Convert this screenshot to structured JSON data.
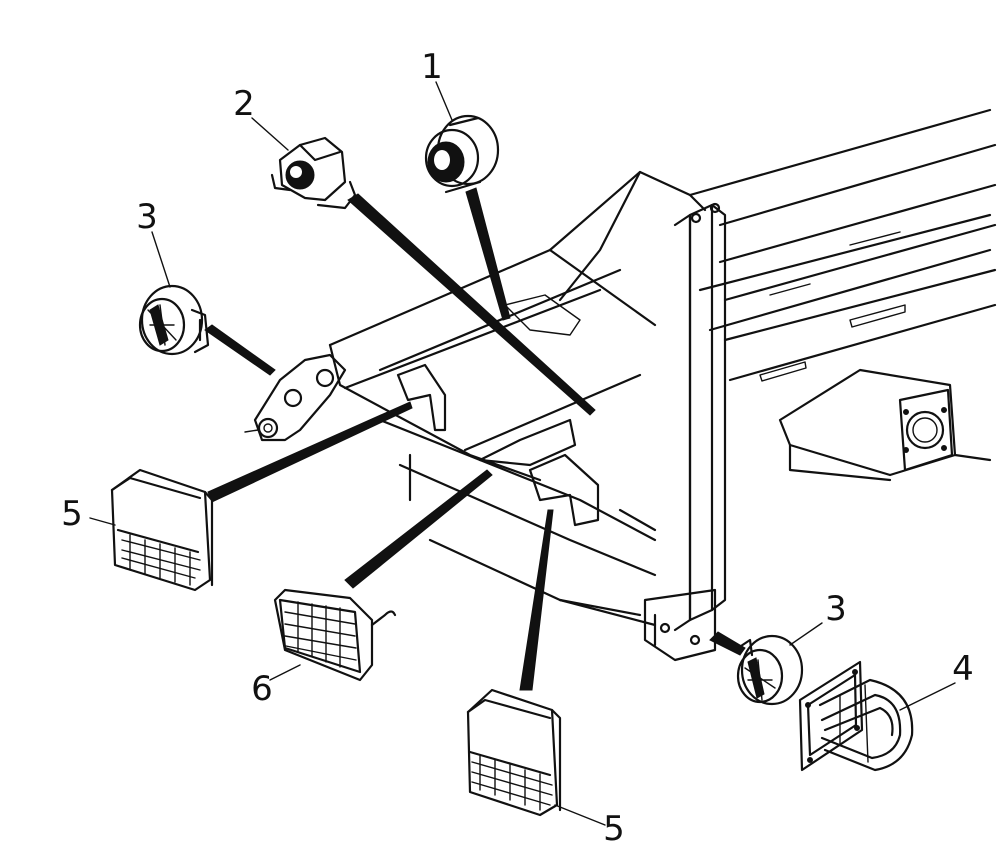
{
  "diagram": {
    "callouts": {
      "c1": "1",
      "c2": "2",
      "c3a": "3",
      "c3b": "3",
      "c4": "4",
      "c5a": "5",
      "c5b": "5",
      "c6": "6"
    },
    "parts": [
      {
        "id": "part-1",
        "callout": "1",
        "icon": "round-lamp-icon"
      },
      {
        "id": "part-2",
        "callout": "2",
        "icon": "clearance-lamp-icon"
      },
      {
        "id": "part-3-left",
        "callout": "3",
        "icon": "side-marker-lamp-icon"
      },
      {
        "id": "part-3-right",
        "callout": "3",
        "icon": "side-marker-lamp-icon"
      },
      {
        "id": "part-4",
        "callout": "4",
        "icon": "plate-lamp-bracket-icon"
      },
      {
        "id": "part-5-left",
        "callout": "5",
        "icon": "rear-combination-lamp-icon"
      },
      {
        "id": "part-5-right",
        "callout": "5",
        "icon": "rear-combination-lamp-icon"
      },
      {
        "id": "part-6",
        "callout": "6",
        "icon": "reflector-lamp-icon"
      }
    ],
    "colors": {
      "ink": "#111111",
      "paper": "#ffffff"
    }
  }
}
